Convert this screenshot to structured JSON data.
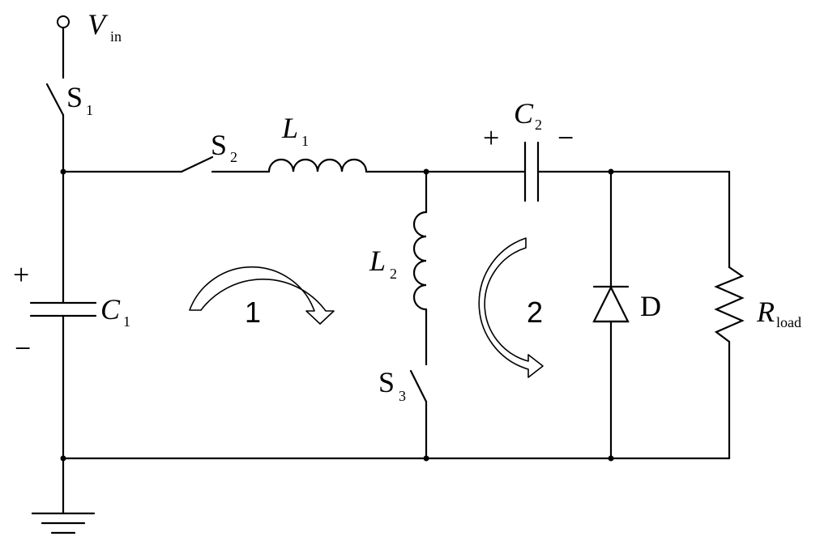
{
  "vin": {
    "main": "V",
    "sub": "in"
  },
  "s1": {
    "main": "S",
    "sub": "1"
  },
  "s2": {
    "main": "S",
    "sub": "2"
  },
  "s3": {
    "main": "S",
    "sub": "3"
  },
  "l1": {
    "main": "L",
    "sub": "1"
  },
  "l2": {
    "main": "L",
    "sub": "2"
  },
  "c1": {
    "main": "C",
    "sub": "1",
    "plus": "+",
    "minus": "−"
  },
  "c2": {
    "main": "C",
    "sub": "2",
    "plus": "+",
    "minus": "−"
  },
  "diode": {
    "label": "D"
  },
  "rload": {
    "main": "R",
    "sub": "load"
  },
  "loops": {
    "loop1": "1",
    "loop2": "2"
  }
}
